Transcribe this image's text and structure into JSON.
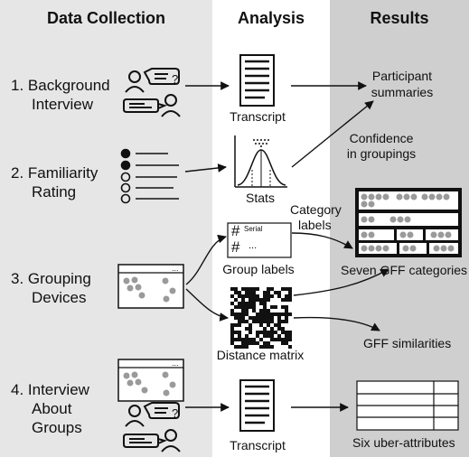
{
  "columns": {
    "data_collection": "Data Collection",
    "analysis": "Analysis",
    "results": "Results"
  },
  "colors": {
    "left_panel": "#e6e6e6",
    "mid_panel": "#ffffff",
    "right_panel": "#cfcfcf",
    "dot_gray": "#9a9a9a",
    "ink": "#111111"
  },
  "steps": {
    "s1": [
      "1. Background",
      "Interview"
    ],
    "s2": [
      "2. Familiarity",
      "Rating"
    ],
    "s3": [
      "3. Grouping",
      "Devices"
    ],
    "s4": [
      "4. Interview",
      "About",
      "Groups"
    ]
  },
  "analysis": {
    "transcript": "Transcript",
    "stats": "Stats",
    "group_labels": "Group labels",
    "distance_matrix": "Distance matrix",
    "transcript2": "Transcript",
    "serial_label": "Serial",
    "hash": "#",
    "ellipsis": "..."
  },
  "results": {
    "participant": [
      "Participant",
      "summaries"
    ],
    "confidence": [
      "Confidence",
      "in groupings"
    ],
    "category_labels": [
      "Category",
      "labels"
    ],
    "seven_gff": "Seven GFF categories",
    "gff_similarities": "GFF similarities",
    "uber": "Six uber-attributes"
  },
  "icons": {
    "interview": "interview-speech-icon",
    "rating": "rating-scale-icon",
    "device_grid": "device-grouping-icon",
    "transcript": "document-icon",
    "stats": "bell-curve-icon",
    "matrix": "distance-matrix-icon",
    "table": "table-icon"
  }
}
